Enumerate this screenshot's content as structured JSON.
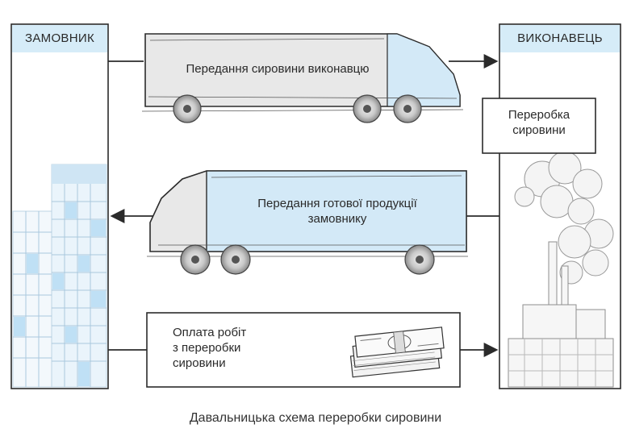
{
  "parties": {
    "customer": {
      "label": "ЗАМОВНИК"
    },
    "contractor": {
      "label": "ВИКОНАВЕЦЬ"
    }
  },
  "flows": {
    "raw_material_transfer": {
      "label": "Передання сировини виконавцю"
    },
    "processing": {
      "label": "Переробка\nсировини"
    },
    "product_transfer": {
      "label": "Передання готової продукції\nзамовнику"
    },
    "payment": {
      "label": "Оплата робіт\nз переробки\nсировини"
    }
  },
  "caption": "Давальницька схема переробки сировини",
  "colors": {
    "header_fill": "#d6ecf8",
    "truck_cargo_blue": "#d3e9f7",
    "truck_body_gray": "#e6e6e6",
    "line": "#2b2b2b"
  },
  "icons": [
    "factory-building",
    "truck",
    "money-stack",
    "industrial-plant",
    "smoke"
  ]
}
